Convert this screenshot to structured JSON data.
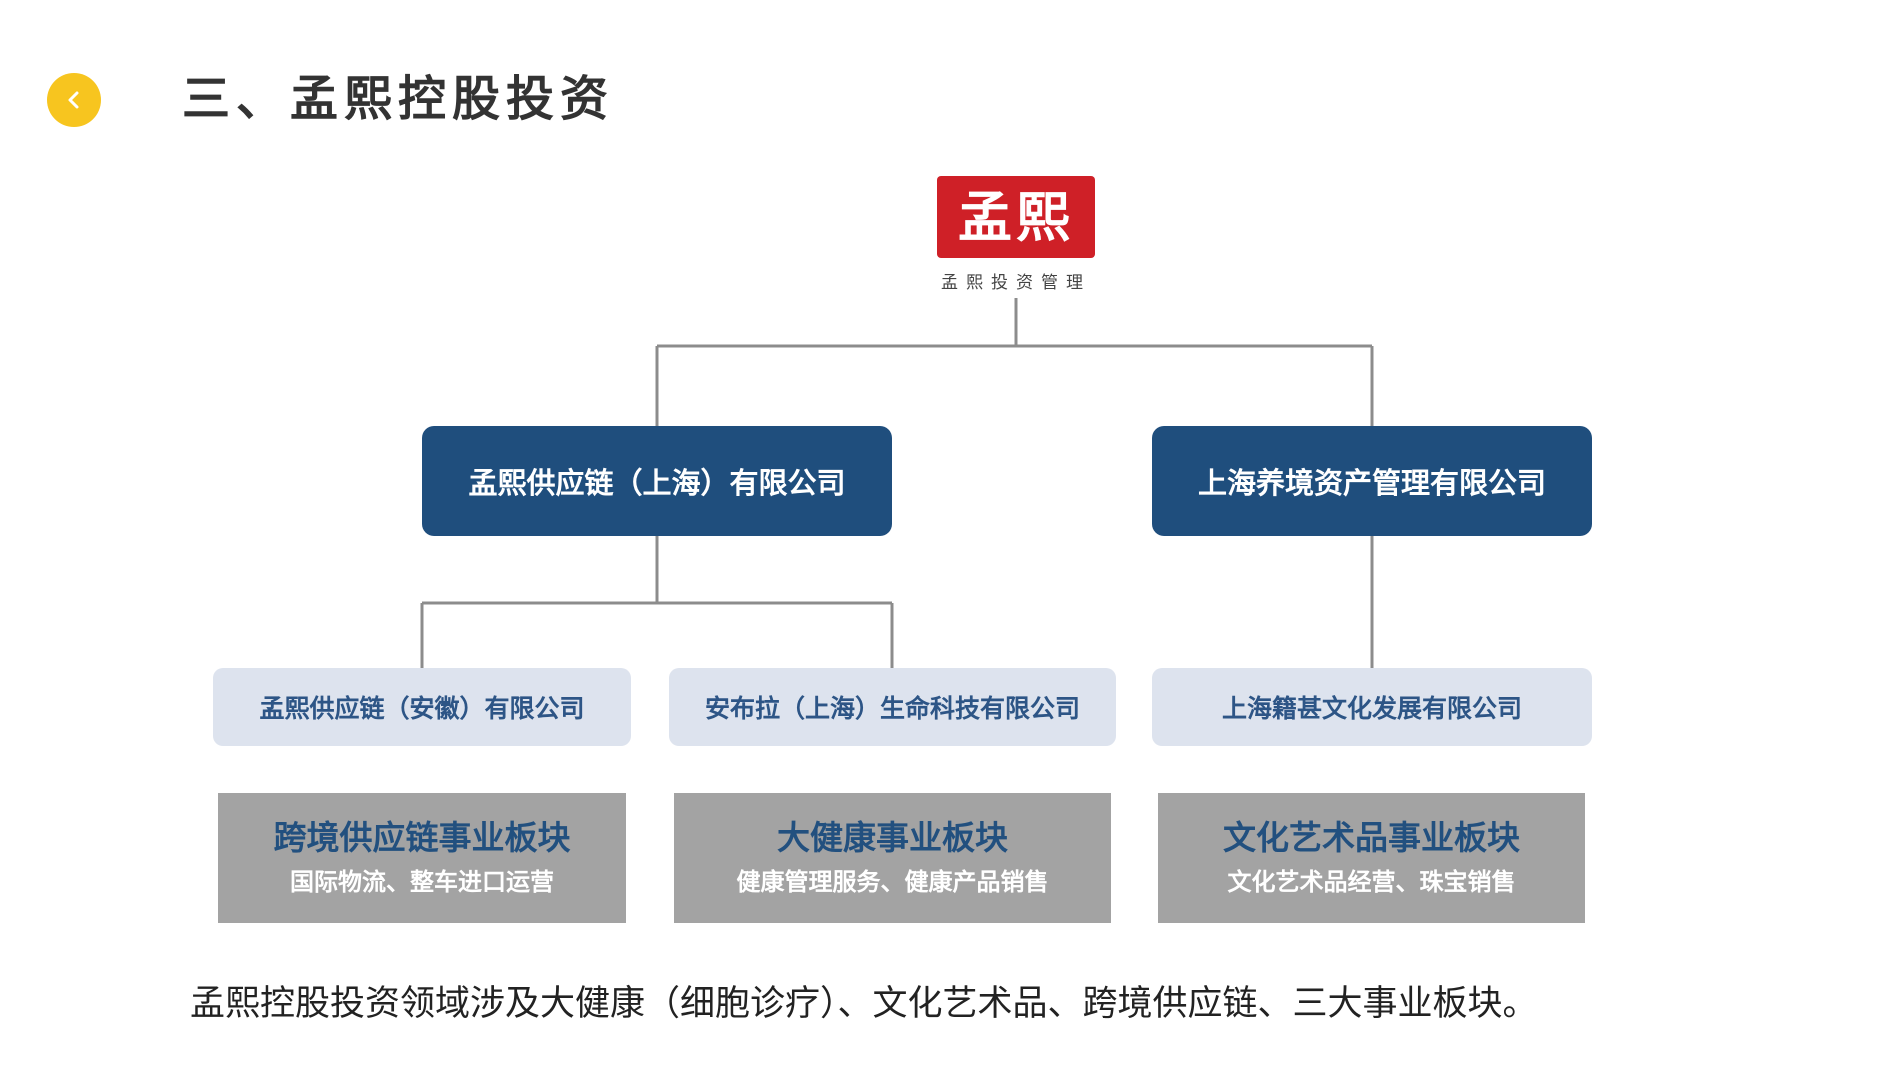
{
  "header": {
    "back_icon": "chevron-left-icon",
    "title": "三、孟熙控股投资"
  },
  "org_chart": {
    "logo": {
      "mark_text": "孟熙",
      "caption": "孟熙投资管理"
    },
    "level1": [
      {
        "label": "孟熙供应链（上海）有限公司"
      },
      {
        "label": "上海养境资产管理有限公司"
      }
    ],
    "level2": [
      {
        "label": "孟熙供应链（安徽）有限公司"
      },
      {
        "label": "安布拉（上海）生命科技有限公司"
      },
      {
        "label": "上海籍甚文化发展有限公司"
      }
    ],
    "segments": [
      {
        "name": "跨境供应链事业板块",
        "desc": "国际物流、整车进口运营"
      },
      {
        "name": "大健康事业板块",
        "desc": "健康管理服务、健康产品销售"
      },
      {
        "name": "文化艺术品事业板块",
        "desc": "文化艺术品经营、珠宝销售"
      }
    ]
  },
  "summary": "孟熙控股投资领域涉及大健康（细胞诊疗）、文化艺术品、跨境供应链、三大事业板块。",
  "colors": {
    "accent": "#f7c51f",
    "level1_bg": "#1f4e7d",
    "level2_bg": "#dde3ee",
    "segment_bg": "#a3a3a3",
    "logo_red": "#cf2027"
  }
}
